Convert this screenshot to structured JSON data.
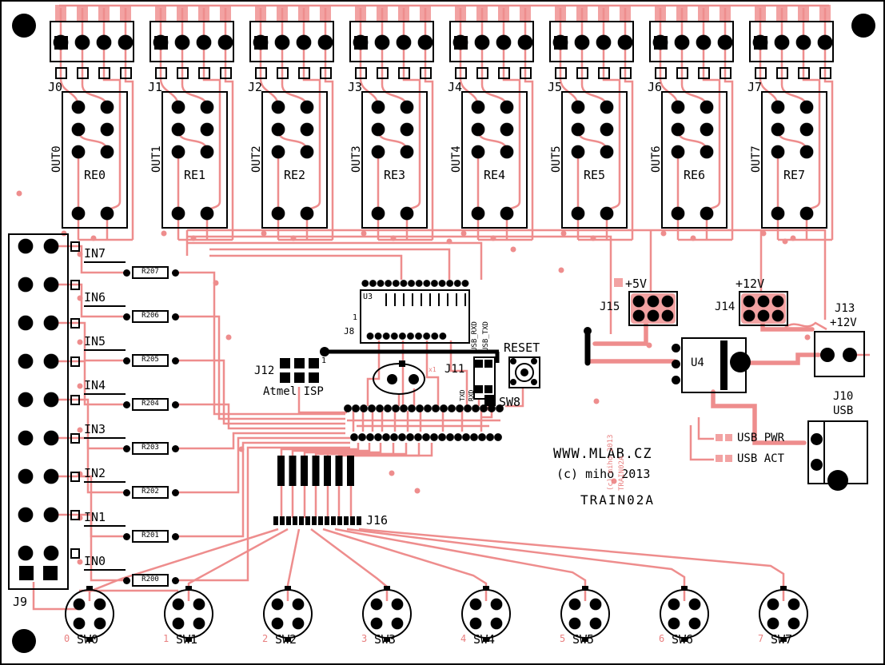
{
  "board": {
    "site": "WWW.MLAB.CZ",
    "copyright": "(c) miho 2013",
    "name": "TRAIN02A",
    "copper_copyright": "(c) miho 2013",
    "copper_name": "TRAIN02A",
    "trace_color": "#ee8d8d",
    "silk_color": "#000000"
  },
  "relays": [
    {
      "connector": "J0",
      "ref": "RE0",
      "out": "OUT0"
    },
    {
      "connector": "J1",
      "ref": "RE1",
      "out": "OUT1"
    },
    {
      "connector": "J2",
      "ref": "RE2",
      "out": "OUT2"
    },
    {
      "connector": "J3",
      "ref": "RE3",
      "out": "OUT3"
    },
    {
      "connector": "J4",
      "ref": "RE4",
      "out": "OUT4"
    },
    {
      "connector": "J5",
      "ref": "RE5",
      "out": "OUT5"
    },
    {
      "connector": "J6",
      "ref": "RE6",
      "out": "OUT6"
    },
    {
      "connector": "J7",
      "ref": "RE7",
      "out": "OUT7"
    }
  ],
  "inputs": [
    {
      "label": "IN7",
      "resistor": "R207"
    },
    {
      "label": "IN6",
      "resistor": "R206"
    },
    {
      "label": "IN5",
      "resistor": "R205"
    },
    {
      "label": "IN4",
      "resistor": "R204"
    },
    {
      "label": "IN3",
      "resistor": "R203"
    },
    {
      "label": "IN2",
      "resistor": "R202"
    },
    {
      "label": "IN1",
      "resistor": "R201"
    },
    {
      "label": "IN0",
      "resistor": "R200"
    }
  ],
  "j9": "J9",
  "mcu": {
    "u3": "U3",
    "u3_pin1": "1",
    "j8": "J8",
    "usb_rxd": "USB_RXD",
    "usb_txd": "USB_TXD",
    "j12": "J12",
    "j12_pin1": "1",
    "isp": "Atmel ISP",
    "x1": "x1",
    "j11": "J11",
    "txd": "TXD",
    "rxd": "RXD",
    "reset": "RESET",
    "sw8": "SW8",
    "j16": "J16"
  },
  "power": {
    "v5": "+5V",
    "j15": "J15",
    "v12": "+12V",
    "j14": "J14",
    "j13": "J13",
    "j13_v": "+12V",
    "u4": "U4",
    "j10": "J10",
    "usb": "USB",
    "usb_pwr": "USB PWR",
    "usb_act": "USB ACT"
  },
  "switches": [
    {
      "num": "0",
      "label": "SW0"
    },
    {
      "num": "1",
      "label": "SW1"
    },
    {
      "num": "2",
      "label": "SW2"
    },
    {
      "num": "3",
      "label": "SW3"
    },
    {
      "num": "4",
      "label": "SW4"
    },
    {
      "num": "5",
      "label": "SW5"
    },
    {
      "num": "6",
      "label": "SW6"
    },
    {
      "num": "7",
      "label": "SW7"
    }
  ]
}
